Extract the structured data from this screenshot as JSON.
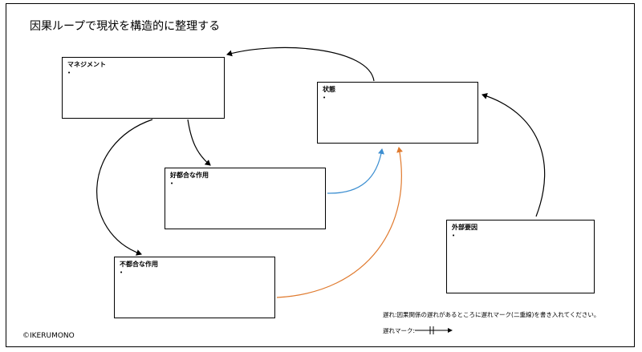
{
  "title": "因果ループで現状を構造的に整理する",
  "boxes": {
    "management": {
      "label": "マネジメント",
      "bullet": "•"
    },
    "state": {
      "label": "状態",
      "bullet": "•"
    },
    "favorable": {
      "label": "好都合な作用",
      "bullet": "•"
    },
    "unfavorable": {
      "label": "不都合な作用",
      "bullet": "•"
    },
    "external": {
      "label": "外部要因",
      "bullet": "•"
    }
  },
  "note": {
    "delay_text": "遅れ:因果関係の遅れがあるところに遅れマーク(二重線)を書き入れてください。",
    "delay_mark_label": "遅れマーク:"
  },
  "copyright": "©IKERUMONO",
  "colors": {
    "border": "#000000",
    "arrow_default": "#000000",
    "arrow_favorable": "#3d8fd1",
    "arrow_unfavorable": "#e07a2e"
  }
}
